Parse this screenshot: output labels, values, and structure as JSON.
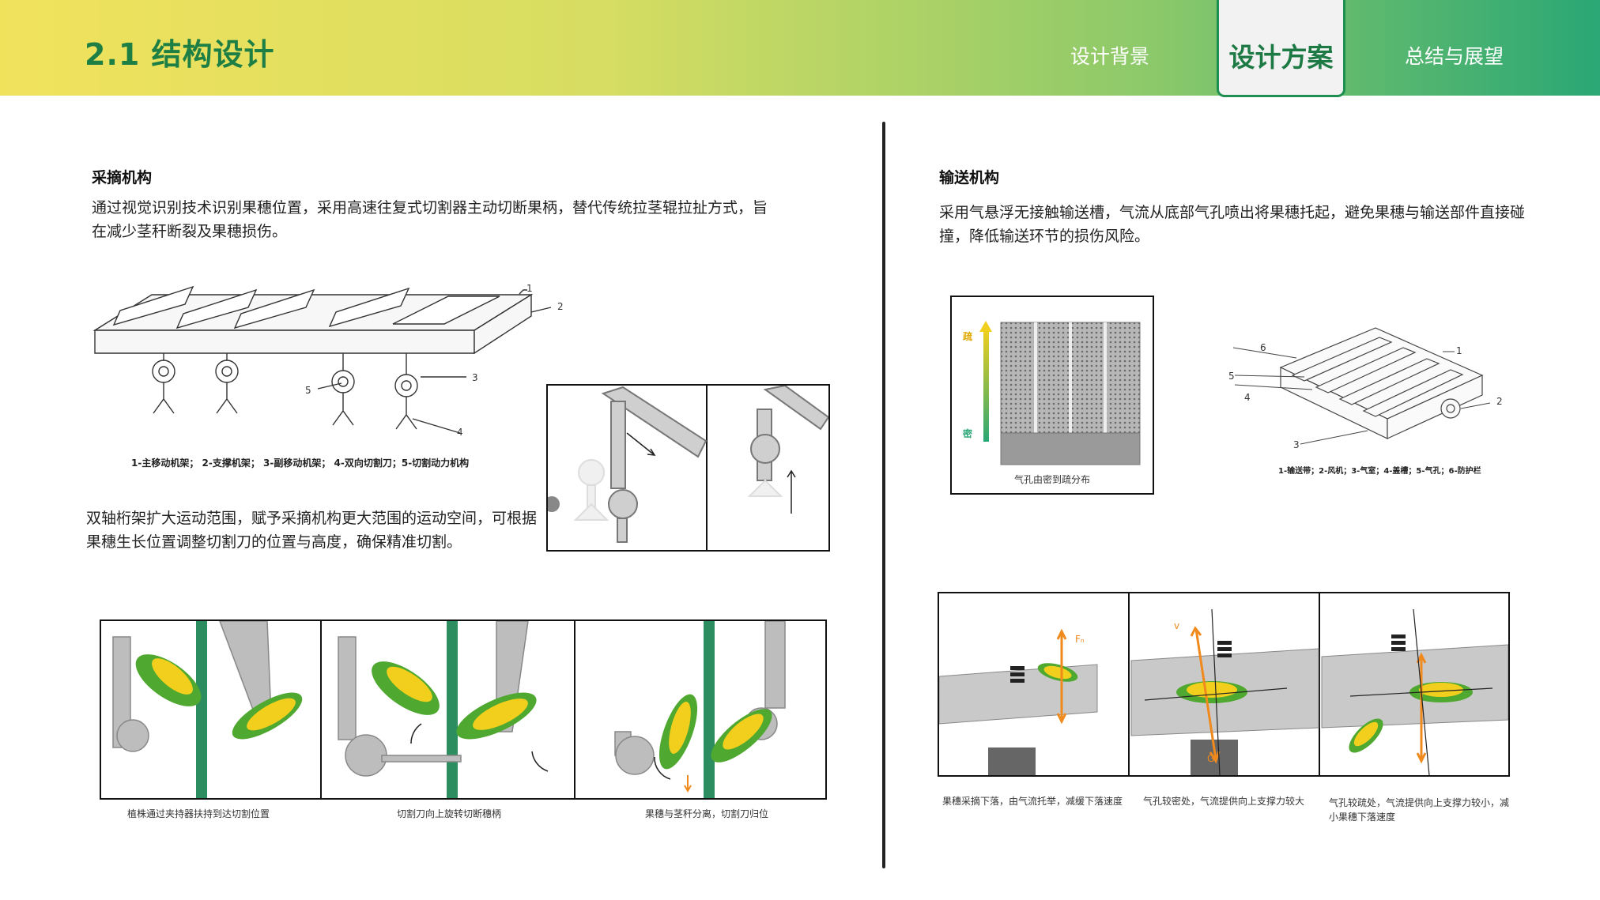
{
  "header": {
    "title": "2.1 结构设计",
    "tabs": [
      {
        "label": "设计背景",
        "active": false
      },
      {
        "label": "设计方案",
        "active": true
      },
      {
        "label": "总结与展望",
        "active": false
      }
    ]
  },
  "left": {
    "section_title": "采摘机构",
    "intro": "通过视觉识别技术识别果穗位置，采用高速往复式切割器主动切断果柄，替代传统拉茎辊拉扯方式，旨在减少茎秆断裂及果穗损伤。",
    "frame_diagram": {
      "callouts": [
        "1",
        "2",
        "3",
        "4",
        "5"
      ],
      "legend": "1-主移动机架； 2-支撑机架； 3-副移动机架； 4-双向切割刀；5-切割动力机构"
    },
    "range_text": "双轴桁架扩大运动范围，赋予采摘机构更大范围的运动空间，可根据果穗生长位置调整切割刀的位置与高度，确保精准切割。",
    "steps": [
      {
        "caption": "植株通过夹持器扶持到达切割位置"
      },
      {
        "caption": "切割刀向上旋转切断穗柄"
      },
      {
        "caption": "果穗与茎秆分离，切割刀归位"
      }
    ]
  },
  "right": {
    "section_title": "输送机构",
    "intro": "采用气悬浮无接触输送槽，气流从底部气孔喷出将果穗托起，避免果穗与输送部件直接碰撞，降低输送环节的损伤风险。",
    "hole_figure": {
      "top_label": "疏",
      "bottom_label": "密",
      "caption": "气孔由密到疏分布"
    },
    "trough_diagram": {
      "callouts": [
        "1",
        "2",
        "3",
        "4",
        "5",
        "6"
      ],
      "legend": "1-输送带；2-风机；3-气室；4-盖槽；5-气孔；6-防护栏"
    },
    "force_figures": [
      {
        "caption": "果穗采摘下落，由气流托举，减缓下落速度"
      },
      {
        "caption": "气孔较密处，气流提供向上支撑力较大"
      },
      {
        "caption": "气孔较疏处，气流提供向上支撑力较小，减小果穗下落速度"
      }
    ],
    "force_labels": {
      "lift": "Fₙ",
      "gravity": "G",
      "velocity": "v"
    }
  },
  "colors": {
    "title_green": "#1e7f45",
    "accent_green": "#2aa774",
    "arrow_orange": "#f08a1c",
    "leaf_green": "#4fa82f",
    "corn_yellow": "#f2cf1d"
  }
}
